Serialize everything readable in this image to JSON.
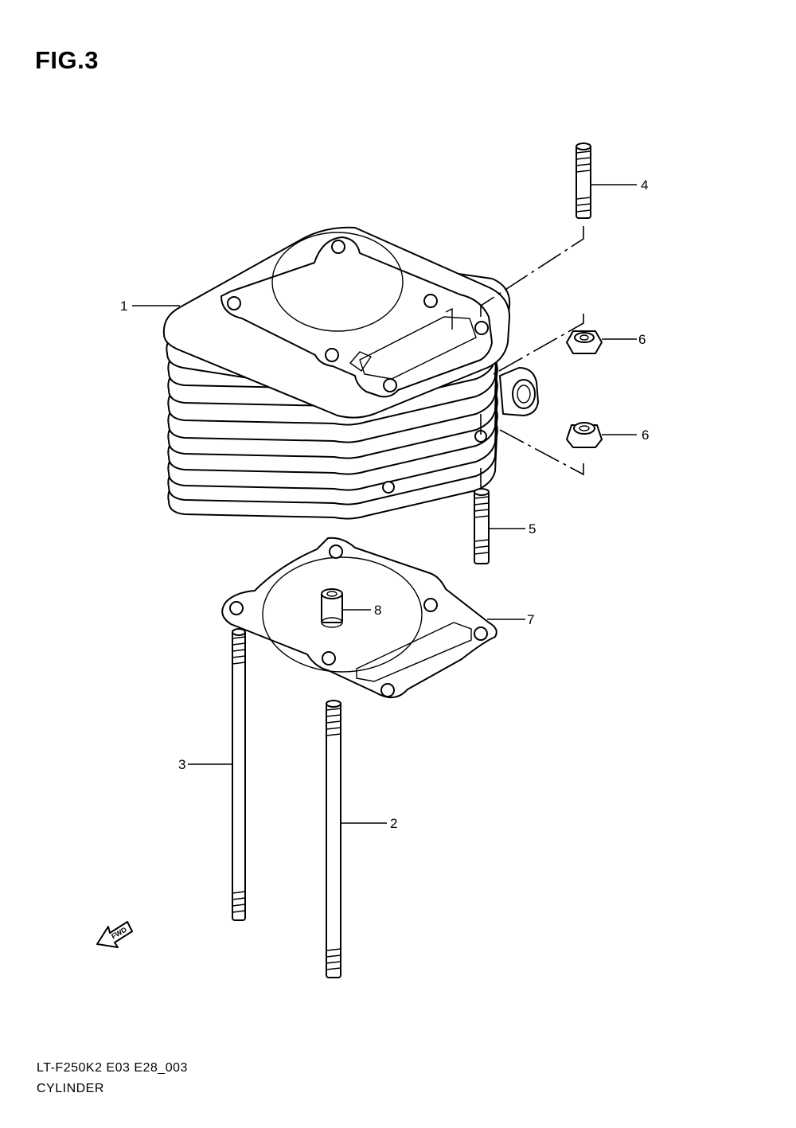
{
  "figure": {
    "title": "FIG.3"
  },
  "callouts": [
    {
      "part_no": "1"
    },
    {
      "part_no": "2"
    },
    {
      "part_no": "3"
    },
    {
      "part_no": "4"
    },
    {
      "part_no": "5"
    },
    {
      "part_no": "6"
    },
    {
      "part_no": "6"
    },
    {
      "part_no": "7"
    },
    {
      "part_no": "8"
    }
  ],
  "fwd_arrow": {
    "label": "FWD",
    "icon": "forward-arrow-icon"
  },
  "footer": {
    "model_code": "LT-F250K2 E03 E28_003",
    "part_name": "CYLINDER"
  }
}
